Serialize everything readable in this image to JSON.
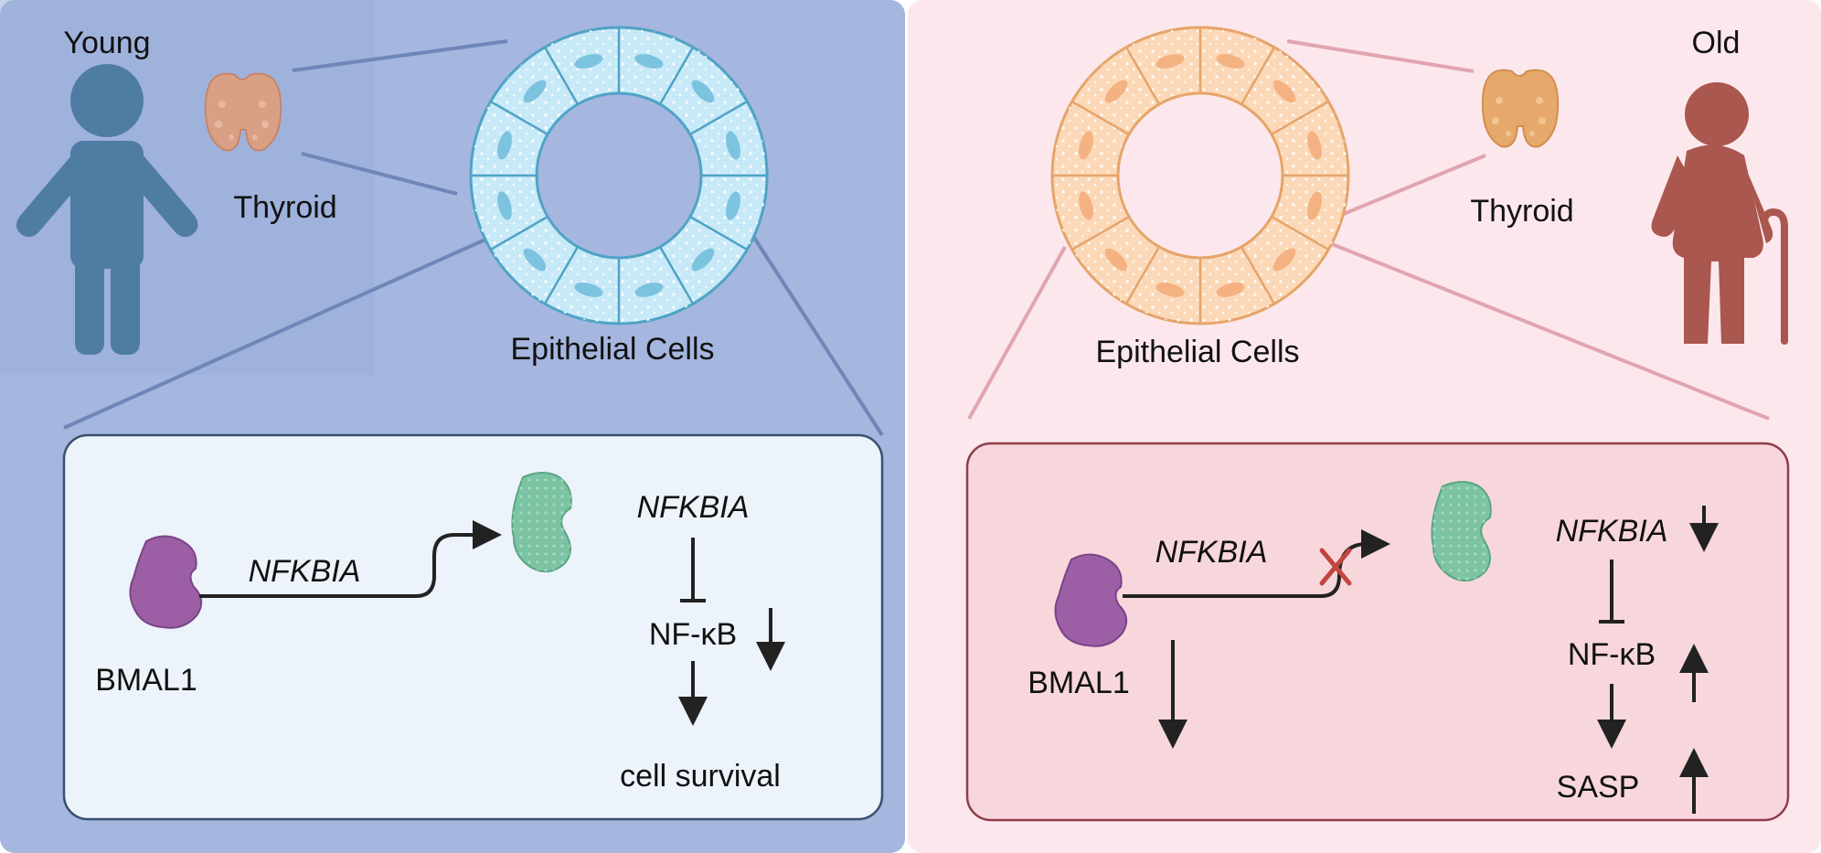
{
  "young_panel": {
    "person_label": "Young",
    "organ_label": "Thyroid",
    "tissue_label": "Epithelial Cells",
    "protein_label": "BMAL1",
    "gene_label_arrow": "NFKBIA",
    "gene_label_pathway": "NFKBIA",
    "nfkb_label": "NF-κB",
    "outcome_label": "cell survival",
    "colors": {
      "background": "#a5b6df",
      "inset": "#ecf3fb",
      "person": "#4f7ca3"
    }
  },
  "old_panel": {
    "person_label": "Old",
    "organ_label": "Thyroid",
    "tissue_label": "Epithelial Cells",
    "protein_label": "BMAL1",
    "gene_label_arrow": "NFKBIA",
    "gene_label_pathway": "NFKBIA",
    "nfkb_label": "NF-κB",
    "outcome_label": "SASP",
    "colors": {
      "background": "#fce8ec",
      "inset": "#f8d7dc",
      "person": "#a9574f"
    }
  },
  "icons": [
    "person-young-icon",
    "person-old-icon",
    "thyroid-gland-icon",
    "epithelial-ring-icon",
    "bmal1-protein-icon",
    "ikb-protein-icon",
    "inhibition-cross-icon"
  ]
}
